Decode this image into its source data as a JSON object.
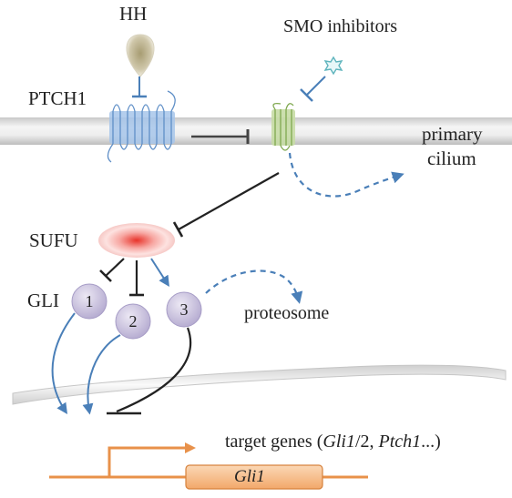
{
  "labels": {
    "hh": "HH",
    "ptch1": "PTCH1",
    "smo_inhibitors": "SMO inhibitors",
    "primary": "primary",
    "cilium": "cilium",
    "sufu": "SUFU",
    "gli": "GLI",
    "proteosome": "proteosome",
    "target_genes_prefix": "target genes (",
    "target_genes_gli": "Gli1",
    "target_genes_mid": "/2, ",
    "target_genes_ptch": "Ptch1",
    "target_genes_suffix": "...)",
    "gene_box": "Gli1"
  },
  "gli_factors": [
    "1",
    "2",
    "3"
  ],
  "colors": {
    "membrane": "#e2e2e2",
    "ptch1": "#7ea9d8",
    "smo": "#a6c77a",
    "sufu_core": "#e8332a",
    "gli": "#c9c1dd",
    "arrow_blue": "#4a7fb8",
    "inhibit_dark": "#222222",
    "gene": "#e8914a",
    "hh_ligand": "#9e9570",
    "inhibitor_star": "#8fd0d6"
  }
}
